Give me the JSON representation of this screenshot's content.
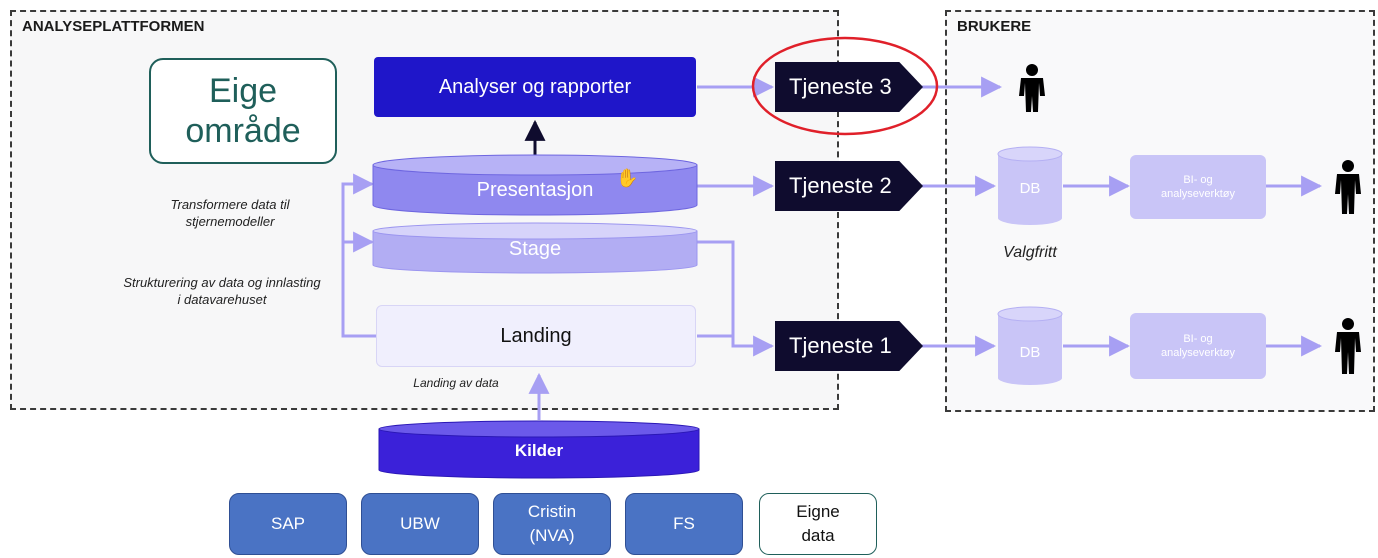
{
  "platform": {
    "title": "ANALYSEPLATTFORMEN",
    "own_area": "Eige område",
    "layers": {
      "analyser": "Analyser og rapporter",
      "presentasjon": "Presentasjon",
      "stage": "Stage",
      "landing": "Landing",
      "kilder": "Kilder"
    },
    "notes": {
      "transform": "Transformere data til stjernemodeller",
      "structure": "Strukturering av data og innlasting i datavarehuset",
      "landing": "Landing av data"
    }
  },
  "services": {
    "t3": "Tjeneste 3",
    "t2": "Tjeneste 2",
    "t1": "Tjeneste 1"
  },
  "users": {
    "title": "BRUKERE",
    "db_label": "DB",
    "bi_label": "BI- og analyseverktøy",
    "optional": "Valgfritt"
  },
  "sources": [
    "SAP",
    "UBW",
    "Cristin (NVA)",
    "FS",
    "Eigne data"
  ],
  "colors": {
    "dark_navy": "#0f0c2e",
    "blue_primary": "#1f16c9",
    "lavender": "#8f88ef",
    "light_lavender": "#c9c5f7",
    "source_blue": "#4a73c4",
    "teal_frame": "#1f5f5a",
    "highlight_red": "#e0202a"
  }
}
